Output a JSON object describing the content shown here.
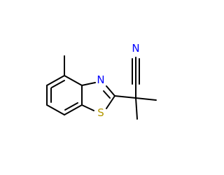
{
  "molecule": {
    "atoms": {
      "nitrile_nitrogen": {
        "symbol": "N",
        "color": "#0000ff"
      },
      "ring_nitrogen": {
        "symbol": "N",
        "color": "#0000ff"
      },
      "sulfur": {
        "symbol": "S",
        "color": "#b39800"
      }
    }
  }
}
